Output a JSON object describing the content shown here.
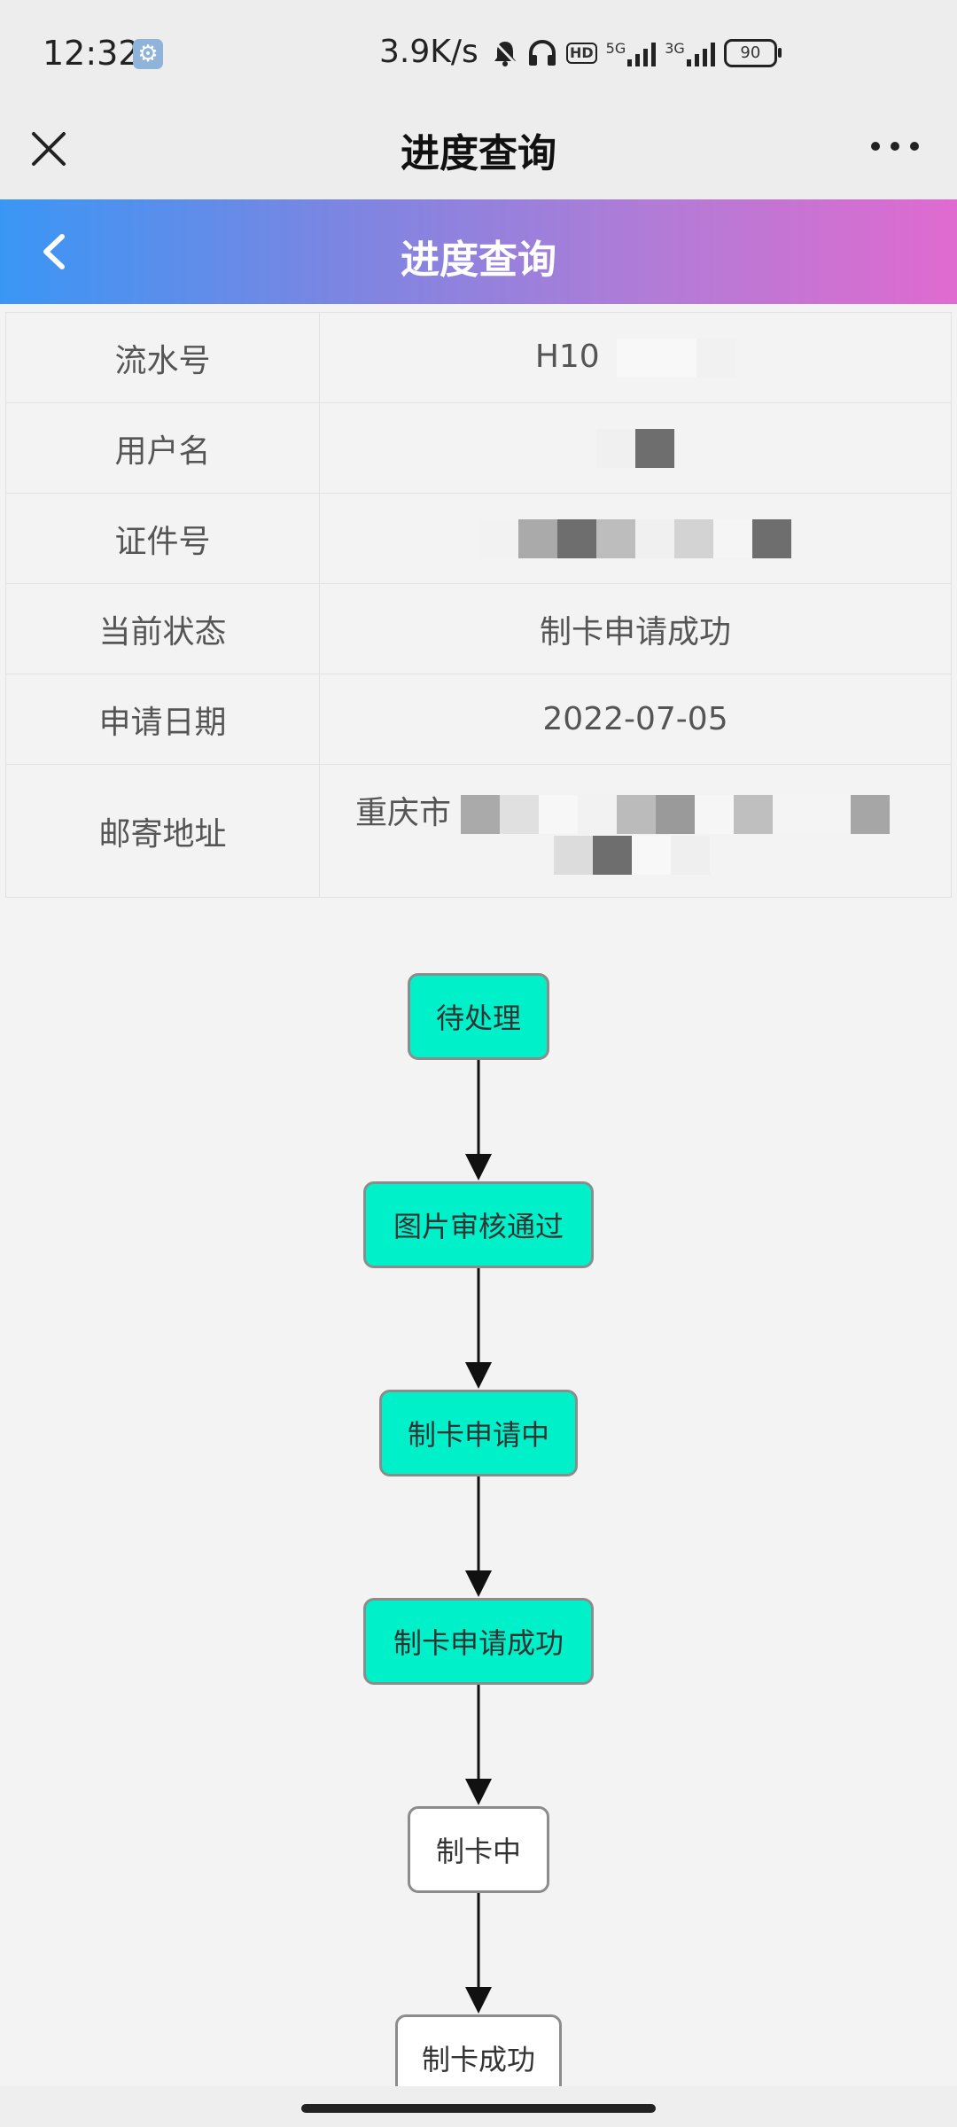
{
  "status_bar": {
    "time": "12:32",
    "speed": "3.9K/s",
    "network_5g": "5G",
    "network_3g": "3G",
    "hd": "HD",
    "battery": "90",
    "icons": [
      "settings-icon",
      "bell-mute-icon",
      "headphones-icon",
      "hd-icon",
      "signal-5g-icon",
      "signal-3g-icon",
      "battery-icon"
    ]
  },
  "titlebar": {
    "title": "进度查询"
  },
  "header": {
    "title": "进度查询",
    "gradient": [
      "#3a96f5",
      "#e06ad0"
    ]
  },
  "info": {
    "serial_label": "流水号",
    "serial_value": "H10",
    "username_label": "用户名",
    "id_label": "证件号",
    "status_label": "当前状态",
    "status_value": "制卡申请成功",
    "date_label": "申请日期",
    "date_value": "2022-07-05",
    "address_label": "邮寄地址",
    "address_value": "重庆市"
  },
  "flow": {
    "done_color": "#00f0c9",
    "steps": [
      {
        "label": "待处理",
        "done": true
      },
      {
        "label": "图片审核通过",
        "done": true
      },
      {
        "label": "制卡申请中",
        "done": true
      },
      {
        "label": "制卡申请成功",
        "done": true
      },
      {
        "label": "制卡中",
        "done": false
      },
      {
        "label": "制卡成功",
        "done": false
      }
    ]
  }
}
